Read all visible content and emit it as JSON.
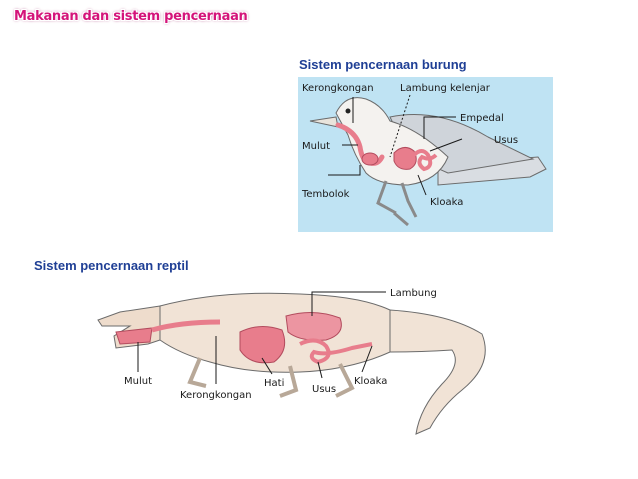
{
  "title": "Makanan dan sistem pencernaan",
  "bird": {
    "caption": "Sistem pencernaan burung",
    "labels": {
      "kerongkongan": "Kerongkongan",
      "lambung_kelenjar": "Lambung kelenjar",
      "empedal": "Empedal",
      "usus": "Usus",
      "mulut": "Mulut",
      "tembolok": "Tembolok",
      "kloaka": "Kloaka"
    }
  },
  "reptile": {
    "caption": "Sistem pencernaan reptil",
    "labels": {
      "lambung": "Lambung",
      "mulut": "Mulut",
      "kerongkongan": "Kerongkongan",
      "hati": "Hati",
      "usus": "Usus",
      "kloaka": "Kloaka"
    }
  },
  "colors": {
    "title": "#d4147a",
    "caption": "#1f3f95",
    "bird_background": "#bfe3f3",
    "organ": "#e87d8c",
    "body": "#f3e6dd"
  }
}
